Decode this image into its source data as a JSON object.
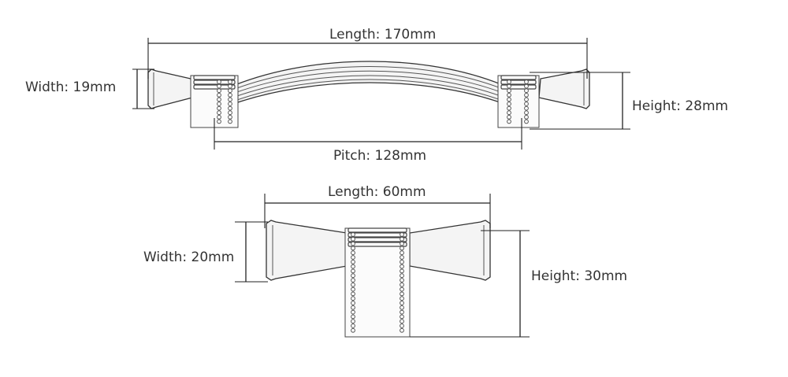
{
  "handle_pull": {
    "length_label": "Length: 170mm",
    "width_label": "Width: 19mm",
    "height_label": "Height: 28mm",
    "pitch_label": "Pitch: 128mm"
  },
  "knob": {
    "length_label": "Length: 60mm",
    "width_label": "Width: 20mm",
    "height_label": "Height: 30mm"
  }
}
